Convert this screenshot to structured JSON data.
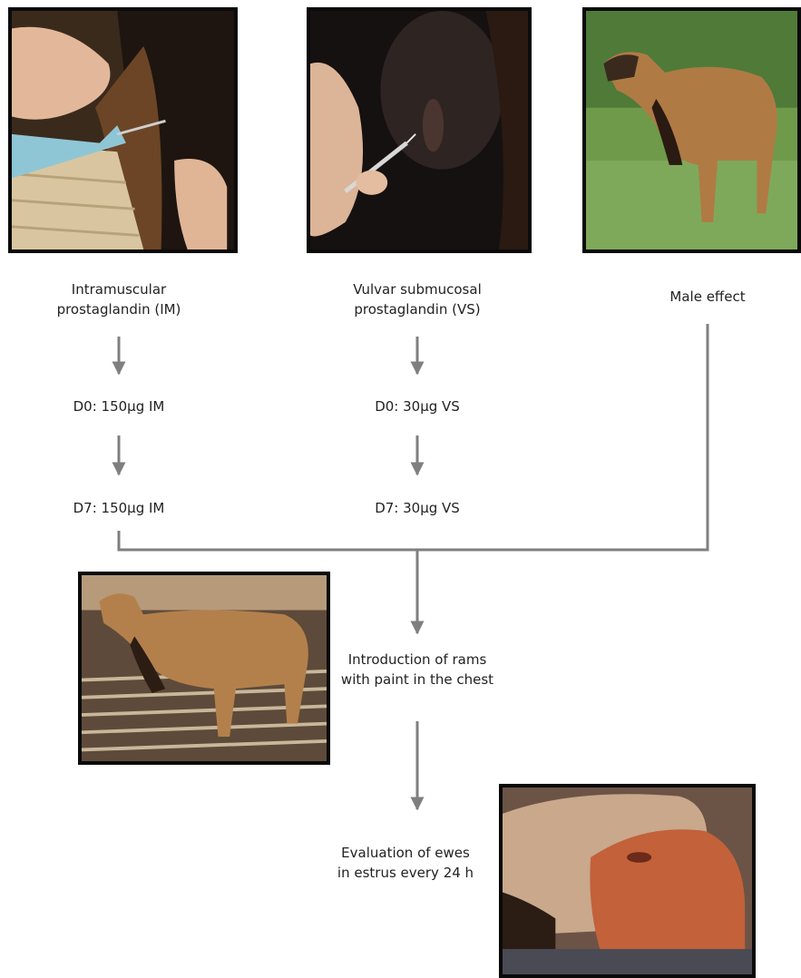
{
  "photos": {
    "im_injection": "Photo: hands injecting a syringe into the neck of a sheep",
    "vs_injection": "Photo: syringe injection at the vulvar area",
    "ram": "Photo: ram standing on grass",
    "rams_introduced": "Photo: rams on a slatted floor",
    "ewes_marked": "Photo: ewes with paint marks on the rump"
  },
  "labels": {
    "im": "Intramuscular\nprostaglandin (IM)",
    "im_d0": "D0: 150µg IM",
    "im_d7": "D7: 150µg IM",
    "vs": "Vulvar submucosal\nprostaglandin (VS)",
    "vs_d0": "D0: 30µg VS",
    "vs_d7": "D7: 30µg VS",
    "male": "Male effect",
    "rams": "Introduction of rams\nwith paint in the chest",
    "eval": "Evaluation of ewes\nin estrus every 24 h"
  },
  "colors": {
    "arrow": "#7f7f7f",
    "frame": "#0a0a0a"
  }
}
